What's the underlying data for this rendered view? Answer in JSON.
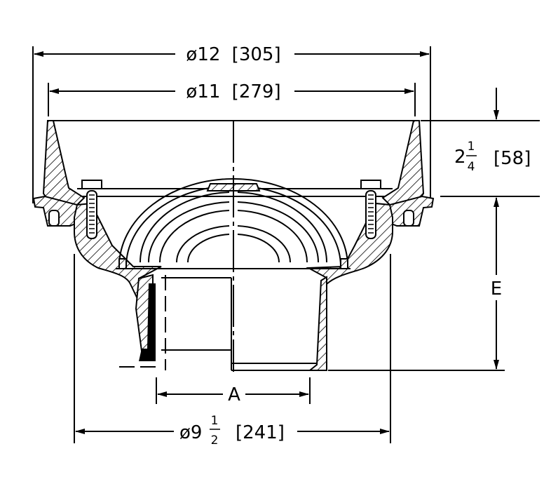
{
  "drawing": {
    "dimensions": {
      "outer_diameter": {
        "symbol": "ø",
        "value": "12",
        "metric": "[305]"
      },
      "inner_diameter": {
        "symbol": "ø",
        "value": "11",
        "metric": "[279]"
      },
      "rim_height": {
        "whole": "2",
        "numerator": "1",
        "denominator": "4",
        "metric": "[58]"
      },
      "body_height": {
        "label": "E"
      },
      "outlet": {
        "label": "A"
      },
      "body_diameter": {
        "symbol": "ø",
        "whole": "9",
        "numerator": "1",
        "denominator": "2",
        "metric": "[241]"
      }
    }
  }
}
